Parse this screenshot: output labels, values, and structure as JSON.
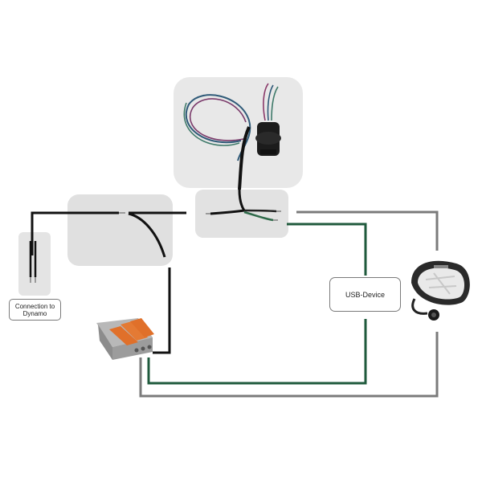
{
  "labels": {
    "dynamo_connection": "Connection to\nDynamo",
    "usb_device": "USB-Device"
  },
  "components": [
    {
      "name": "usb-socket-with-wires",
      "icon": "usb-socket-icon"
    },
    {
      "name": "wire-end-closeup",
      "icon": "wire-end-icon"
    },
    {
      "name": "cable-splice",
      "icon": "cable-splice-icon"
    },
    {
      "name": "dynamo-wire-ends",
      "icon": "dynamo-wire-icon"
    },
    {
      "name": "lever-connector",
      "icon": "lever-wago-connector-icon"
    },
    {
      "name": "headlight",
      "icon": "bicycle-headlight-icon"
    }
  ],
  "colors": {
    "black_wire": "#111111",
    "gray_wire": "#7b7b7b",
    "green_wire": "#1f5a3c",
    "panel_bg": "#e6e6e6",
    "connector_orange": "#e0702a"
  }
}
